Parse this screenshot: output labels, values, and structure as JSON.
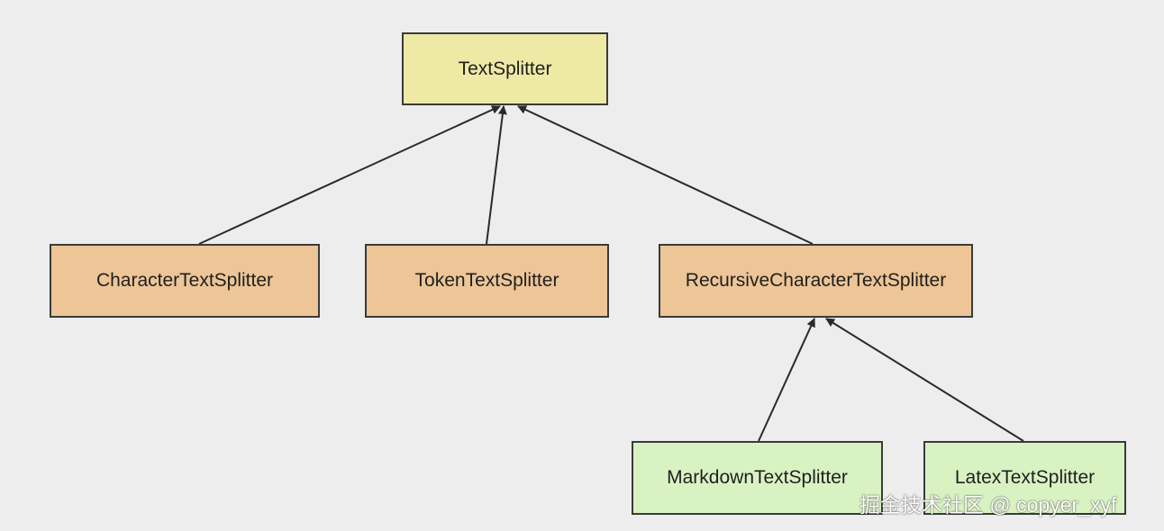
{
  "diagram": {
    "nodes": {
      "root": "TextSplitter",
      "character": "CharacterTextSplitter",
      "token": "TokenTextSplitter",
      "recursive": "RecursiveCharacterTextSplitter",
      "markdown": "MarkdownTextSplitter",
      "latex": "LatexTextSplitter"
    },
    "colors": {
      "root_fill": "#eeeaa6",
      "mid_fill": "#edc597",
      "leaf_fill": "#d9f2c2",
      "border": "#3a3a3a",
      "background": "#ededed"
    }
  },
  "watermark": {
    "text": "掘金技术社区 @ copyer_xyf"
  }
}
